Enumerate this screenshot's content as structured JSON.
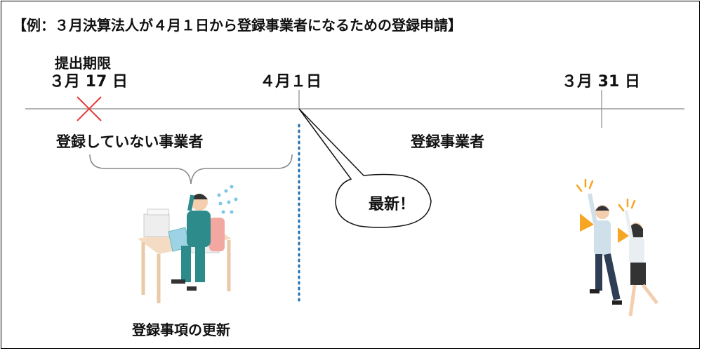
{
  "title": "【例：３月決算法人が４月１日から登録事業者になるための登録申請】",
  "timeline": {
    "deadline_label": "提出期限",
    "deadline_date": "３月 17 日",
    "start_date": "４月１日",
    "end_date": "３月 31 日"
  },
  "periods": {
    "before": "登録していない事業者",
    "after": "登録事業者"
  },
  "callout": "最新！",
  "caption": "登録事項の更新",
  "colors": {
    "cross": "#e53935",
    "dotted_line": "#1e6fb0",
    "timeline": "#888888",
    "megaphone": "#f5a623",
    "suit": "#2e8b8b"
  },
  "icons": [
    "cross-mark-icon",
    "worried-worker-illustration",
    "cheering-people-illustration"
  ]
}
